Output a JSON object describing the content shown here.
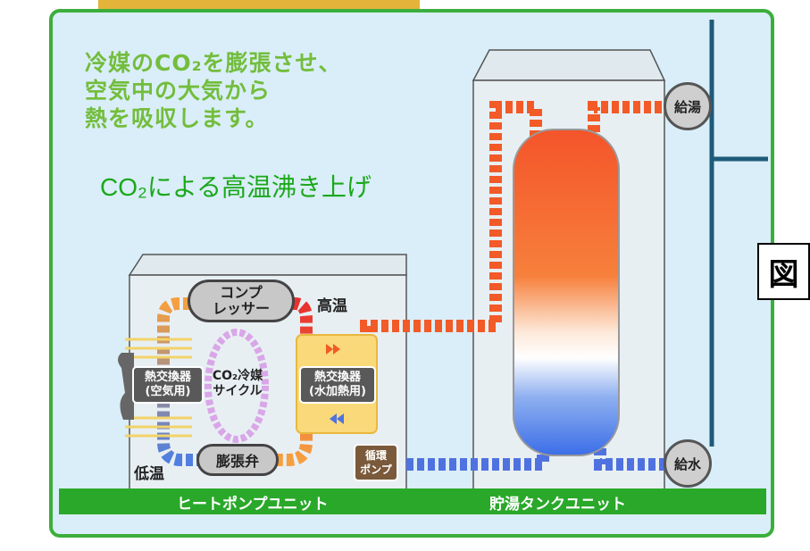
{
  "heading": {
    "line1": "冷媒のCO₂を膨張させ、",
    "line2": "空気中の大気から",
    "line3": "熱を吸収します。"
  },
  "subtitle": "CO₂による高温沸き上げ",
  "figure_label": "図",
  "labels": {
    "kyuto": "給湯",
    "kyusui": "給水",
    "koon": "高温",
    "teion": "低温",
    "compressor_l1": "コンプ",
    "compressor_l2": "レッサー",
    "expansion_valve": "膨張弁",
    "cycle_l1": "CO₂冷媒",
    "cycle_l2": "サイクル",
    "hx_air_l1": "熱交換器",
    "hx_air_l2": "(空気用)",
    "hx_water_l1": "熱交換器",
    "hx_water_l2": "(水加熱用)",
    "pump_l1": "循環",
    "pump_l2": "ポンプ",
    "heat_pump_unit": "ヒートポンプユニット",
    "storage_tank_unit": "貯湯タンクユニット"
  },
  "colors": {
    "frame_green": "#3cae3c",
    "bar_green": "#2aa82a",
    "heading_green": "#73bd3c",
    "subtitle_green": "#1aa81a",
    "hot": "#f25a28",
    "cold": "#5a78e6",
    "cycle_purple": "#d9a6e8",
    "pipe_navy": "#1e5a7a"
  }
}
